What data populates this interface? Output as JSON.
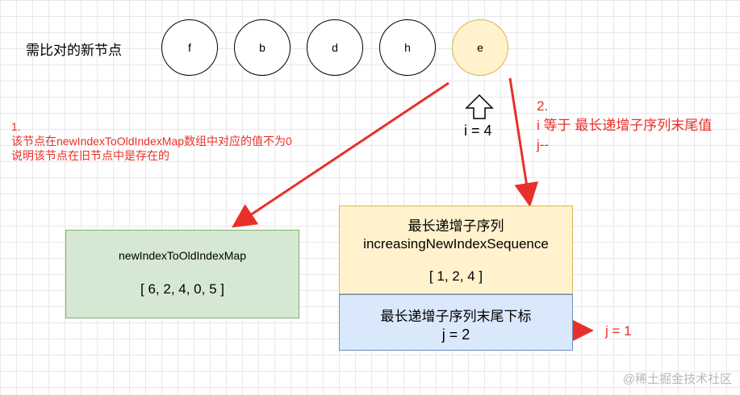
{
  "title": "需比对的新节点",
  "nodes": [
    {
      "label": "f",
      "highlight": false
    },
    {
      "label": "b",
      "highlight": false
    },
    {
      "label": "d",
      "highlight": false
    },
    {
      "label": "h",
      "highlight": false
    },
    {
      "label": "e",
      "highlight": true
    }
  ],
  "pointer_text": "i = 4",
  "note1": {
    "num": "1.",
    "line1": "该节点在newIndexToOldIndexMap数组中对应的值不为0",
    "line2": "说明该节点在旧节点中是存在的"
  },
  "note2": {
    "num": "2.",
    "line1": "i 等于 最长递增子序列末尾值",
    "line2": "j--"
  },
  "map_box": {
    "name": "newIndexToOldIndexMap",
    "value": "[ 6, 2, 4, 0, 5 ]"
  },
  "seq_box": {
    "title": "最长递增子序列",
    "name": "increasingNewIndexSequence",
    "value": "[ 1, 2, 4 ]"
  },
  "tail_box": {
    "title": "最长递增子序列末尾下标",
    "value": "j = 2"
  },
  "j_result": "j = 1",
  "watermark": "@稀土掘金技术社区",
  "colors": {
    "red": "#e8302a",
    "green_fill": "#d5e8d4",
    "yellow_fill": "#fff2cc",
    "blue_fill": "#dae8fc"
  }
}
